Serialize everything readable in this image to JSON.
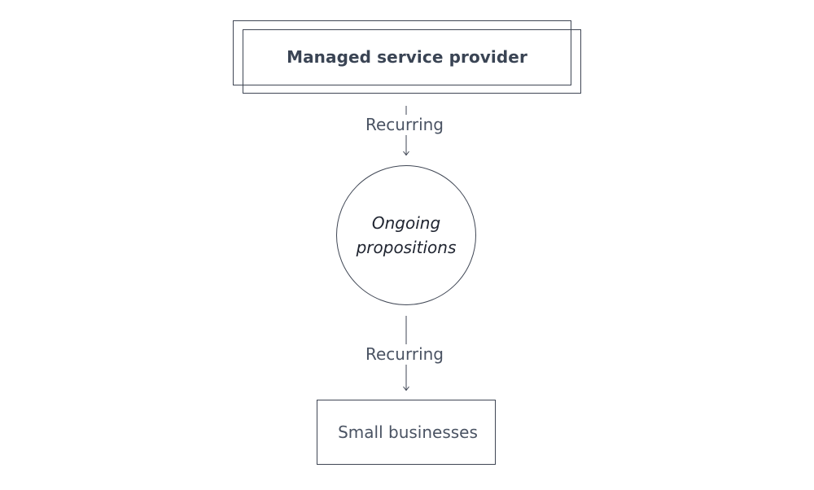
{
  "diagram": {
    "nodes": {
      "provider": {
        "label": "Managed service provider"
      },
      "propositions": {
        "label_line1": "Ongoing",
        "label_line2": "propositions"
      },
      "businesses": {
        "label": "Small businesses"
      }
    },
    "edges": [
      {
        "from": "provider",
        "to": "propositions",
        "label": "Recurring"
      },
      {
        "from": "propositions",
        "to": "businesses",
        "label": "Recurring"
      }
    ]
  },
  "colors": {
    "stroke": "#3f4654",
    "title_text": "#3a4454",
    "body_text": "#4a5363"
  }
}
